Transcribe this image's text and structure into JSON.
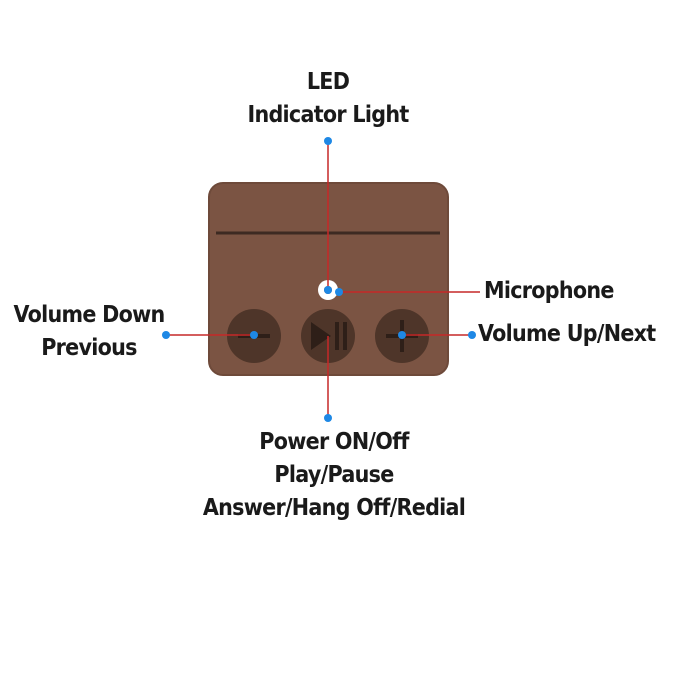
{
  "colors": {
    "device": "#7b5443",
    "device_edge": "#6e4a3a",
    "slot": "#3d2a22",
    "button": "#4e3529",
    "button_icon": "#2e1f18",
    "leader_line": "#c62828",
    "leader_dot": "#1e88e5",
    "led": "#ffffff"
  },
  "labels": {
    "led": {
      "line1": "LED",
      "line2": "Indicator Light",
      "icon": "led-indicator"
    },
    "microphone": {
      "line1": "Microphone",
      "icon": "microphone-hole"
    },
    "volume_down": {
      "line1": "Volume Down",
      "line2": "Previous",
      "icon": "minus-icon"
    },
    "volume_up": {
      "line1": "Volume Up/Next",
      "icon": "plus-icon"
    },
    "power": {
      "line1": "Power ON/Off",
      "line2": "Play/Pause",
      "line3": "Answer/Hang Off/Redial",
      "icon": "play-pause-icon"
    }
  }
}
